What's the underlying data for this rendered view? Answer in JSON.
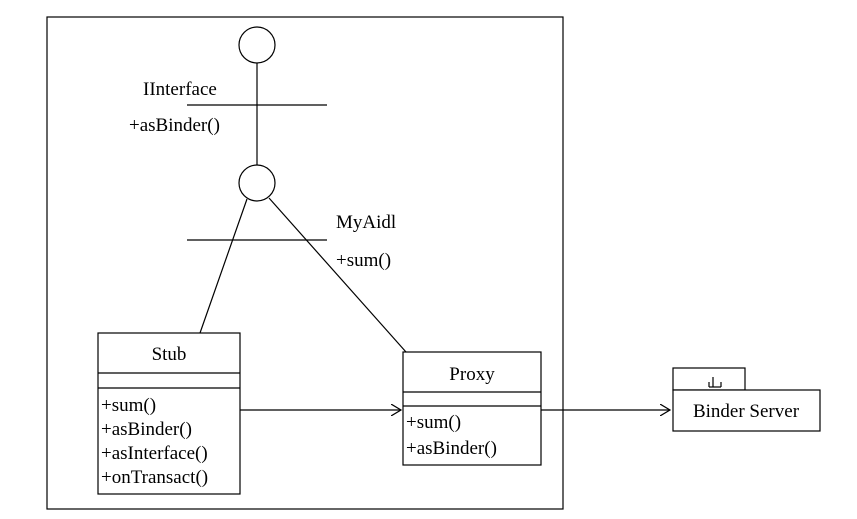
{
  "interfaces": [
    {
      "name": "IInterface",
      "methods": [
        "+asBinder()"
      ]
    },
    {
      "name": "MyAidl",
      "methods": [
        "+sum()"
      ]
    }
  ],
  "classes": {
    "stub": {
      "name": "Stub",
      "methods": [
        "+sum()",
        "+asBinder()",
        "+asInterface()",
        "+onTransact()"
      ]
    },
    "proxy": {
      "name": "Proxy",
      "methods": [
        "+sum()",
        "+asBinder()"
      ]
    }
  },
  "binder_server": {
    "name": "Binder Server"
  }
}
